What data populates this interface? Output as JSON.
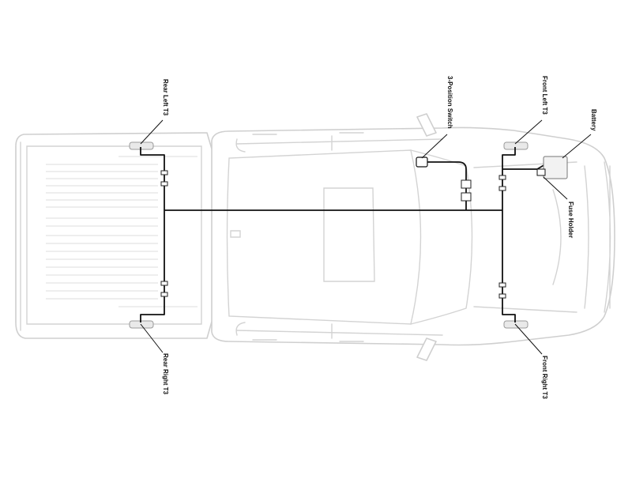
{
  "labels": {
    "rear_left": "Rear Left T3",
    "rear_right": "Rear Right T3",
    "front_left": "Front Left T3",
    "front_right": "Front Right T3",
    "switch": "3-Position Switch",
    "battery": "Battery",
    "fuse_holder": "Fuse Holder"
  },
  "colors": {
    "wire": "#111111",
    "truck_outline": "#cfcfcf",
    "fuse_wire": "#cc2222"
  }
}
